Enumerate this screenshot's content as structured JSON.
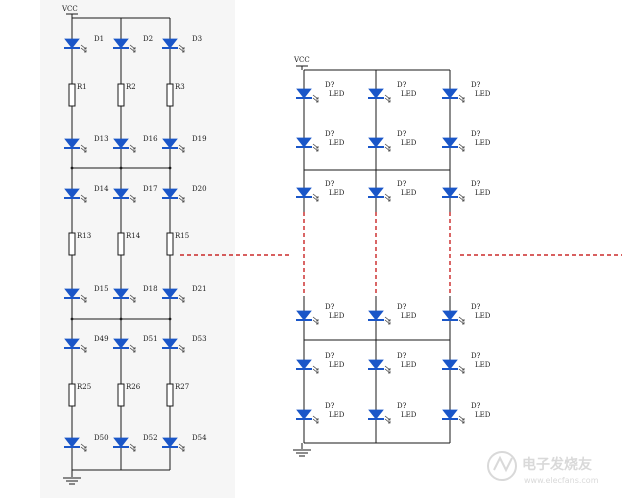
{
  "circuit_a": {
    "vcc": "VCC",
    "diodes": [
      [
        "D1",
        "D2",
        "D3"
      ],
      [
        "D13",
        "D16",
        "D19"
      ],
      [
        "D14",
        "D17",
        "D20"
      ],
      [
        "D15",
        "D18",
        "D21"
      ],
      [
        "D49",
        "D51",
        "D53"
      ],
      [
        "D50",
        "D52",
        "D54"
      ]
    ],
    "resistors": [
      [
        "R1",
        "R2",
        "R3"
      ],
      [
        "R13",
        "R14",
        "R15"
      ],
      [
        "R25",
        "R26",
        "R27"
      ]
    ]
  },
  "circuit_b": {
    "vcc": "VCC",
    "diode_ref": "D?",
    "diode_value": "LED",
    "rows": 6,
    "columns": 3
  },
  "watermark": {
    "brand": "电子发烧友",
    "url": "www.elecfans.com"
  },
  "colors": {
    "wire": "#1a1a1a",
    "diode_fill": "#1a56c8",
    "resistor_fill": "#ffffff",
    "dashed": "#c00000",
    "left_panel_bg": "#f6f6f6",
    "watermark": "#d9d9d9"
  }
}
